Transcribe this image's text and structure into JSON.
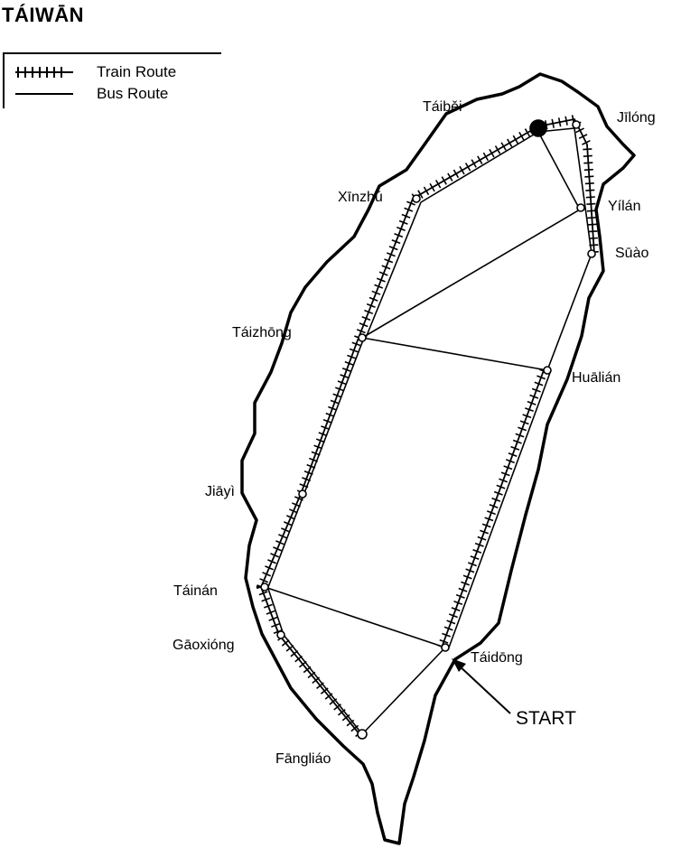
{
  "title": "TÁIWĀN",
  "legend": {
    "train_route": "Train Route",
    "bus_route": "Bus Route"
  },
  "cities": {
    "taibei": "Táiběi",
    "jilong": "Jīlóng",
    "xinzhu": "Xīnzhú",
    "yilan": "Yílán",
    "suao": "Sūào",
    "taizhong": "Táizhōng",
    "hualian": "Huālián",
    "jiayi": "Jiāyì",
    "tainan": "Táinán",
    "gaoxiong": "Gāoxióng",
    "fangliao": "Fāngliáo",
    "taidong": "Táidōng"
  },
  "start_label": "START",
  "colors": {
    "ink": "#000000",
    "paper": "#ffffff"
  }
}
